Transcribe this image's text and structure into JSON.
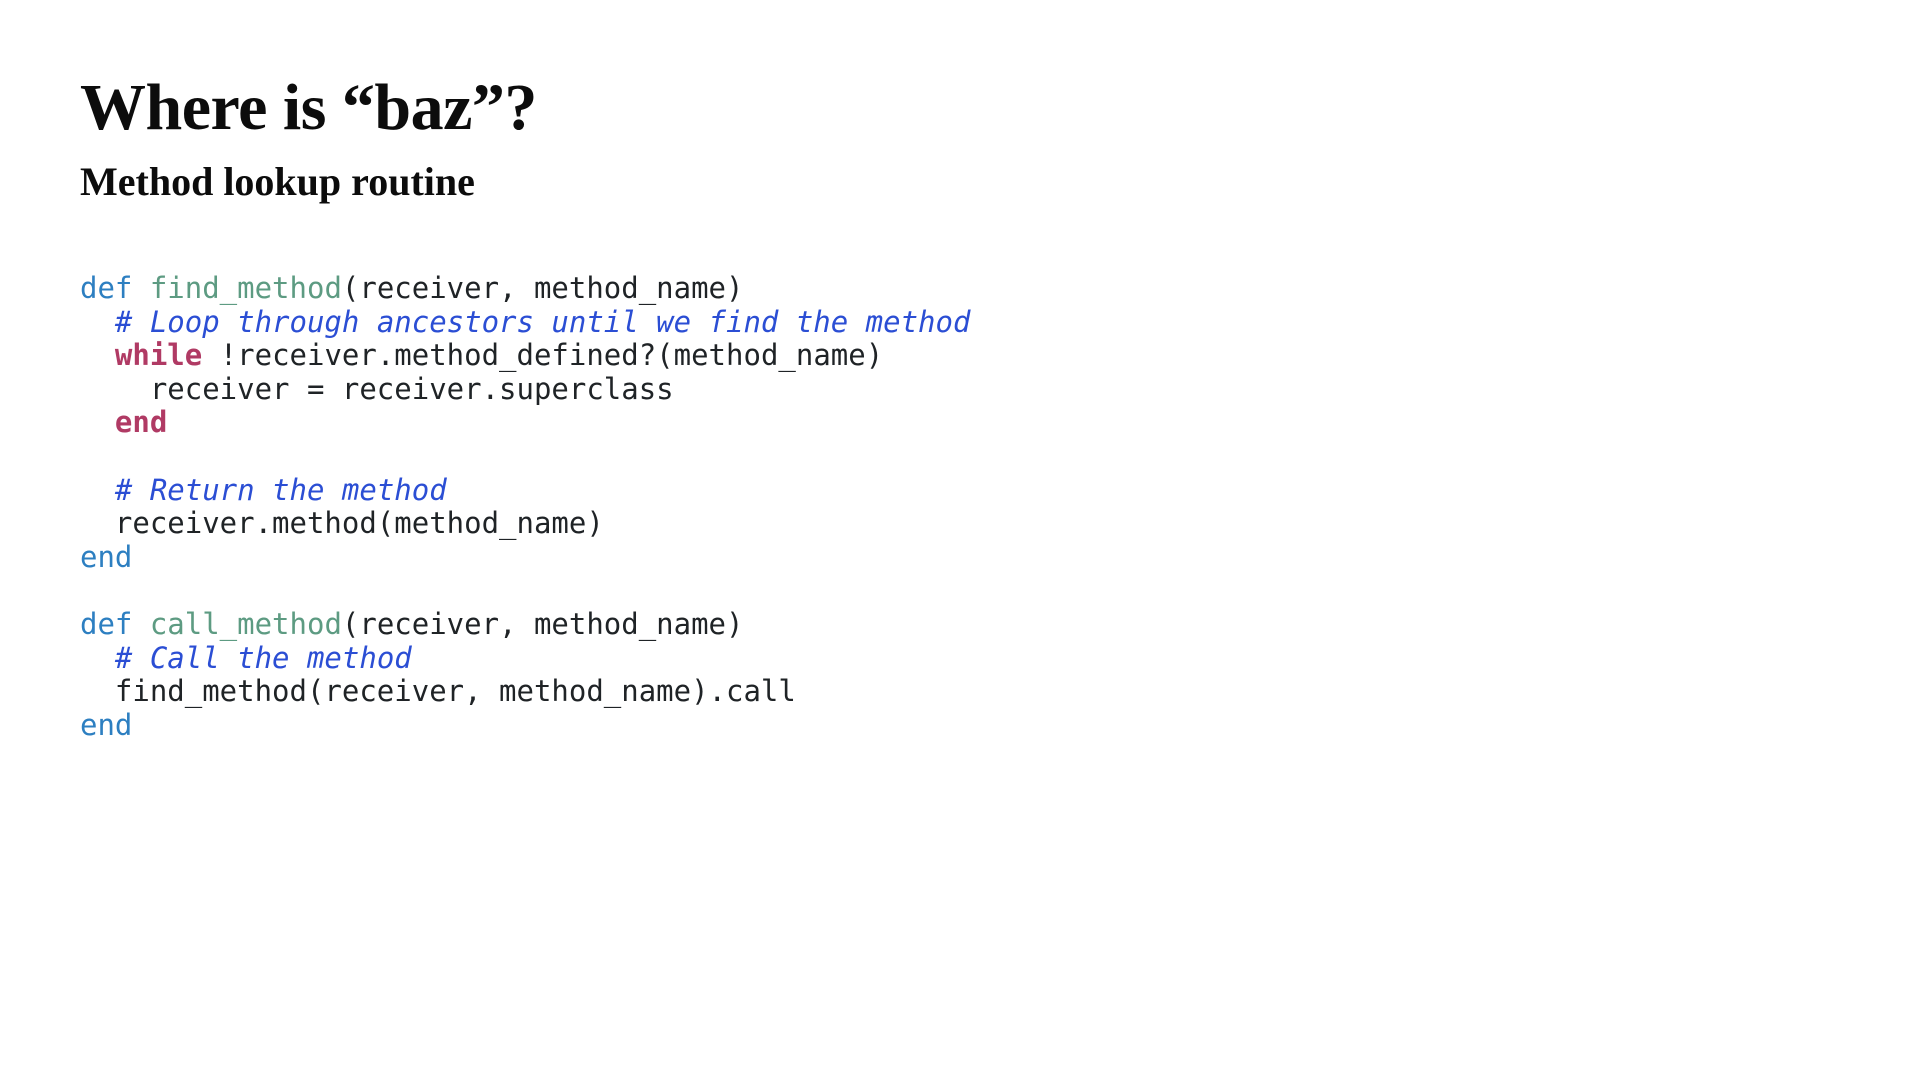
{
  "slide": {
    "title": "Where is “baz”?",
    "subtitle": "Method lookup routine"
  },
  "colors": {
    "plain": "#1f2326",
    "keyword": "#2d7fc1",
    "method": "#5d9b82",
    "comment": "#2b4ed4",
    "control": "#b03a64",
    "background": "#ffffff",
    "heading": "#0c0c0c"
  },
  "code": {
    "language": "ruby",
    "lines": [
      [
        {
          "type": "keyword",
          "text": "def "
        },
        {
          "type": "method",
          "text": "find_method"
        },
        {
          "type": "plain",
          "text": "(receiver, method_name)"
        }
      ],
      [
        {
          "type": "plain",
          "text": "  "
        },
        {
          "type": "comment",
          "text": "# Loop through ancestors until we find the method"
        }
      ],
      [
        {
          "type": "plain",
          "text": "  "
        },
        {
          "type": "control",
          "text": "while"
        },
        {
          "type": "plain",
          "text": " !receiver.method_defined?(method_name)"
        }
      ],
      [
        {
          "type": "plain",
          "text": "    receiver = receiver.superclass"
        }
      ],
      [
        {
          "type": "plain",
          "text": "  "
        },
        {
          "type": "control",
          "text": "end"
        }
      ],
      [],
      [
        {
          "type": "plain",
          "text": "  "
        },
        {
          "type": "comment",
          "text": "# Return the method"
        }
      ],
      [
        {
          "type": "plain",
          "text": "  receiver.method(method_name)"
        }
      ],
      [
        {
          "type": "keyword",
          "text": "end"
        }
      ],
      [],
      [
        {
          "type": "keyword",
          "text": "def "
        },
        {
          "type": "method",
          "text": "call_method"
        },
        {
          "type": "plain",
          "text": "(receiver, method_name)"
        }
      ],
      [
        {
          "type": "plain",
          "text": "  "
        },
        {
          "type": "comment",
          "text": "# Call the method"
        }
      ],
      [
        {
          "type": "plain",
          "text": "  find_method(receiver, method_name).call"
        }
      ],
      [
        {
          "type": "keyword",
          "text": "end"
        }
      ]
    ]
  }
}
